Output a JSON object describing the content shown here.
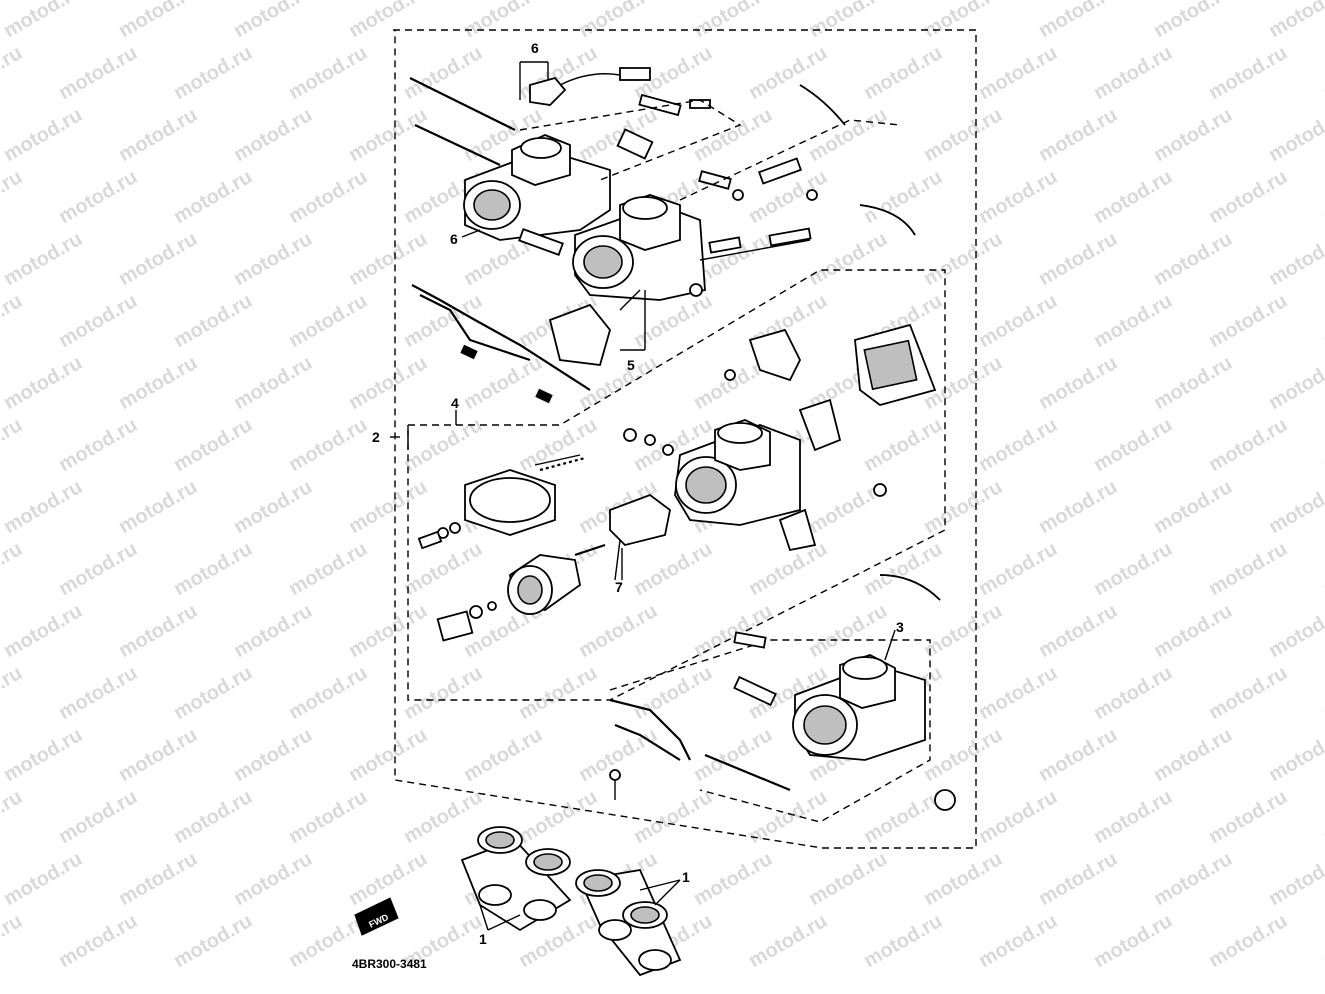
{
  "watermark": "motod.ru",
  "diagram_code": "4BR300-3481",
  "fwd_label": "FWD",
  "callouts": {
    "c1a": "1",
    "c1b": "1",
    "c2": "2",
    "c3": "3",
    "c4": "4",
    "c5": "5",
    "c6a": "6",
    "c6b": "6",
    "c7": "7"
  }
}
